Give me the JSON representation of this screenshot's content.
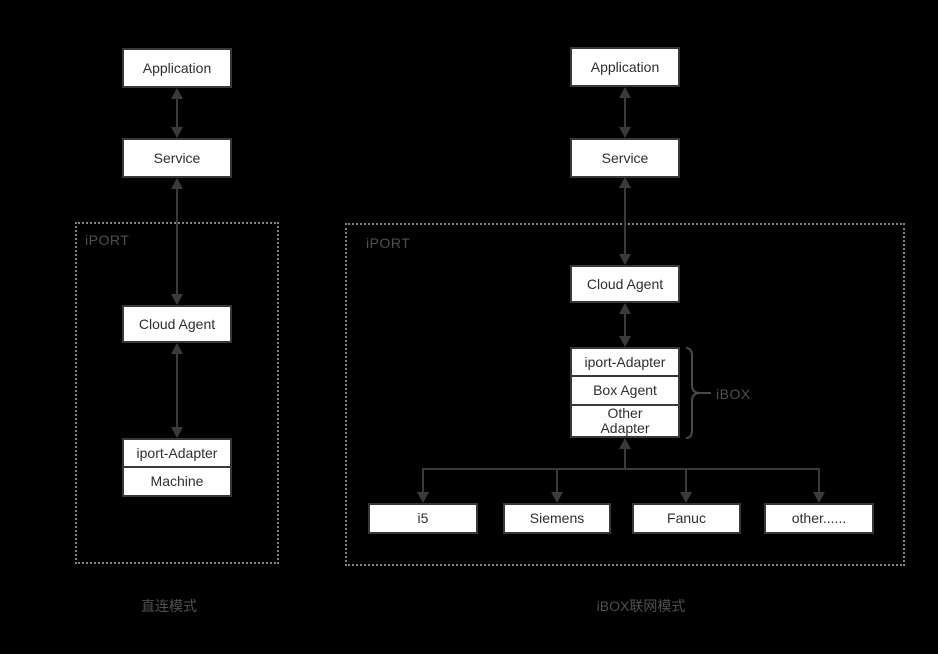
{
  "colors": {
    "background": "#000000",
    "box_fill": "#ffffff",
    "box_border": "#383838",
    "box_text": "#2f2f2f",
    "line": "#3a3a3a",
    "dashed_border": "#848484",
    "muted_label": "#4f4f4f"
  },
  "left_diagram": {
    "application_label": "Application",
    "service_label": "Service",
    "container_label": "iPORT",
    "cloud_agent_label": "Cloud Agent",
    "adapter_label": "iport-Adapter",
    "machine_label": "Machine",
    "caption": "直连模式"
  },
  "right_diagram": {
    "application_label": "Application",
    "service_label": "Service",
    "container_label": "iPORT",
    "cloud_agent_label": "Cloud Agent",
    "stack": [
      "iport-Adapter",
      "Box Agent",
      "Other Adapter"
    ],
    "brace_label": "iBOX",
    "devices": [
      "i5",
      "Siemens",
      "Fanuc",
      "other......"
    ],
    "caption": "iBOX联网模式"
  }
}
